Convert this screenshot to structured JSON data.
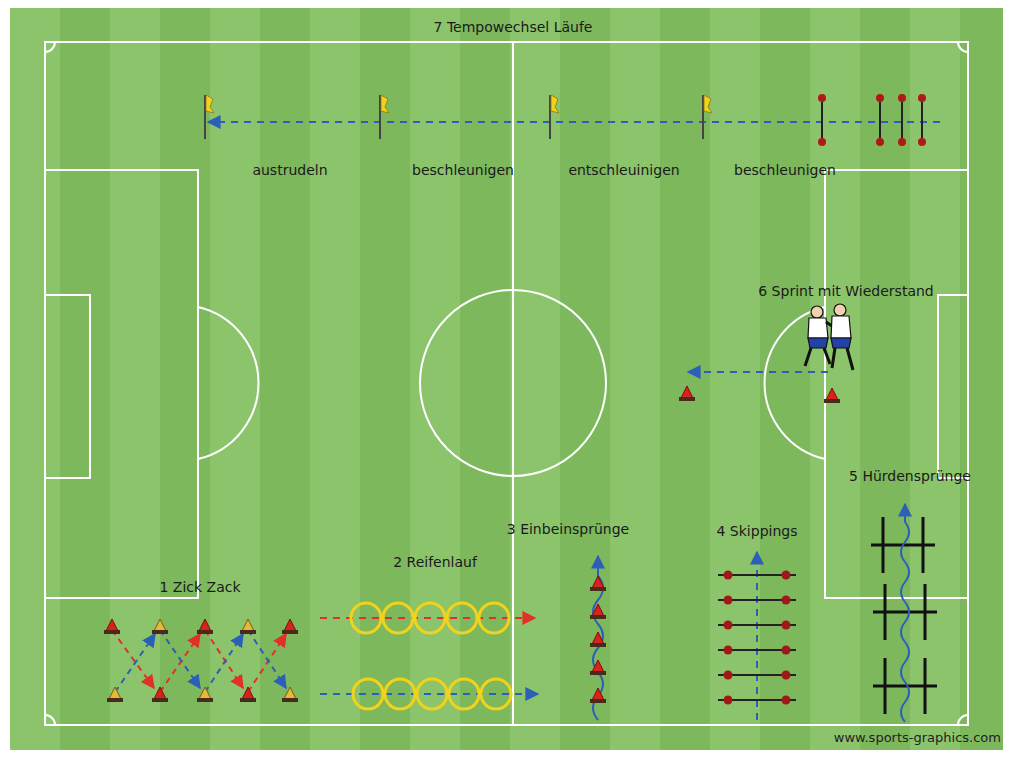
{
  "diagram": {
    "labels": [
      "7 Tempowechsel Läufe",
      "austrudeln",
      "beschleunigen",
      "entschleuinigen",
      "beschleunigen",
      "6 Sprint mit Wiederstand",
      "5 Hürdensprünge",
      "3 Einbeinsprünge",
      "4 Skippings",
      "2 Reifenlauf",
      "1 Zick Zack",
      "www.sports-graphics.com"
    ]
  }
}
